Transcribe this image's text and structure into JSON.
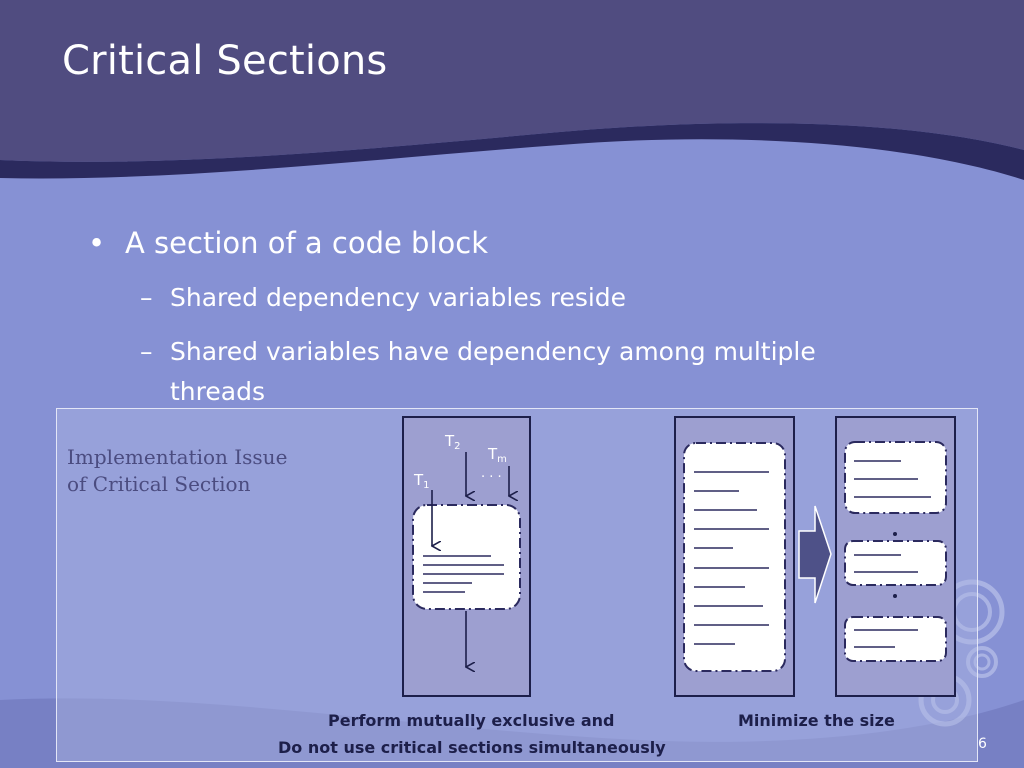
{
  "slide": {
    "title": "Critical Sections",
    "bullet": {
      "mark": "•",
      "text": "A section of a code block"
    },
    "sub_bullets": [
      {
        "mark": "–",
        "text": "Shared dependency variables reside"
      },
      {
        "mark": "–",
        "line1": "Shared variables have dependency among multiple",
        "line2": "threads"
      }
    ],
    "page_number": "6"
  },
  "diagram": {
    "side_label_line1": "Implementation Issue",
    "side_label_line2": "of Critical Section",
    "threads": {
      "t1": "T",
      "t1_sub": "1",
      "t2": "T",
      "t2_sub": "2",
      "tm": "T",
      "tm_sub": "m",
      "ellipsis": "· · ·"
    },
    "caption_left_line1": "Perform mutually exclusive and",
    "caption_left_line2": "Do not use critical sections simultaneously",
    "caption_right": "Minimize the size"
  },
  "colors": {
    "header_band": "#504c80",
    "slide_body": "#8691d4",
    "panel_fill": "#9d9fd0",
    "caption_text": "#1d1f4a"
  }
}
